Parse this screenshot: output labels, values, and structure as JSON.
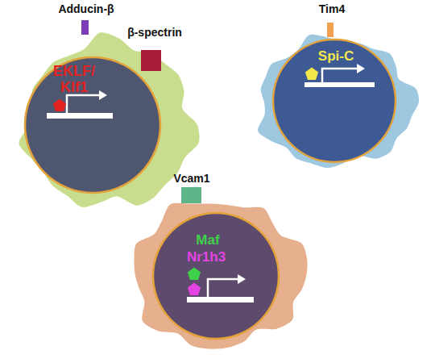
{
  "diagram": {
    "nodes": [
      {
        "text": [
          "Adducin-β",
          "β-spectrin"
        ]
      },
      {
        "text": [
          "EKLF/ Klf1"
        ],
        "in": 0
      },
      {
        "text": [
          "Tim4"
        ]
      },
      {
        "text": [
          "Spi-C"
        ],
        "in": 2
      },
      {
        "text": [
          "Vcam1"
        ]
      },
      {
        "text": [
          "Maf",
          "Nr1h3"
        ],
        "in": 4
      }
    ]
  }
}
